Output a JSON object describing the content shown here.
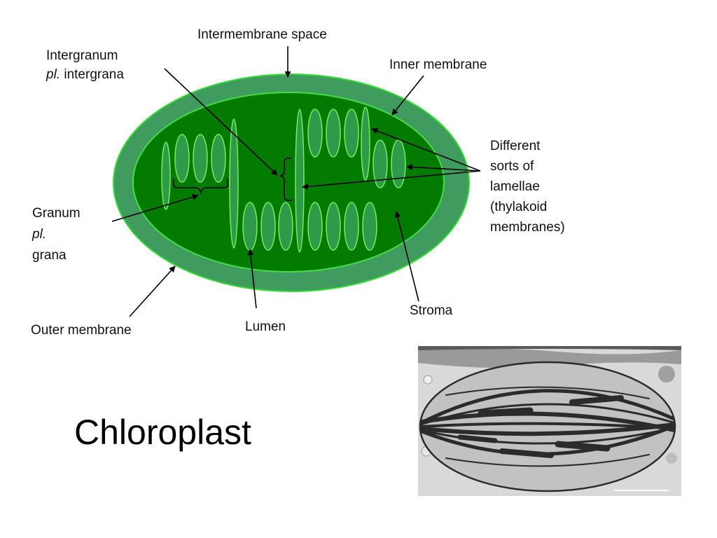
{
  "slide_title": "Chloroplast",
  "labels": {
    "intermembrane_space": "Intermembrane space",
    "intergranum": "Intergranum",
    "intergranum_pl": "pl.",
    "intergranum_plural": " intergrana",
    "inner_membrane": "Inner membrane",
    "lamellae": [
      "Different",
      "sorts of",
      "lamellae",
      "(thylakoid",
      "membranes)"
    ],
    "granum": "Granum",
    "granum_pl": "pl.",
    "granum_plural": "grana",
    "outer_membrane": "Outer membrane",
    "lumen": "Lumen",
    "stroma": "Stroma"
  },
  "colors": {
    "outer_membrane": "#3f9b5e",
    "outer_edge": "#33dd33",
    "stroma": "#037a00",
    "thylakoid_fill": "#2e9a4a",
    "thylakoid_edge": "#77ee55",
    "arrow": "#000000"
  }
}
